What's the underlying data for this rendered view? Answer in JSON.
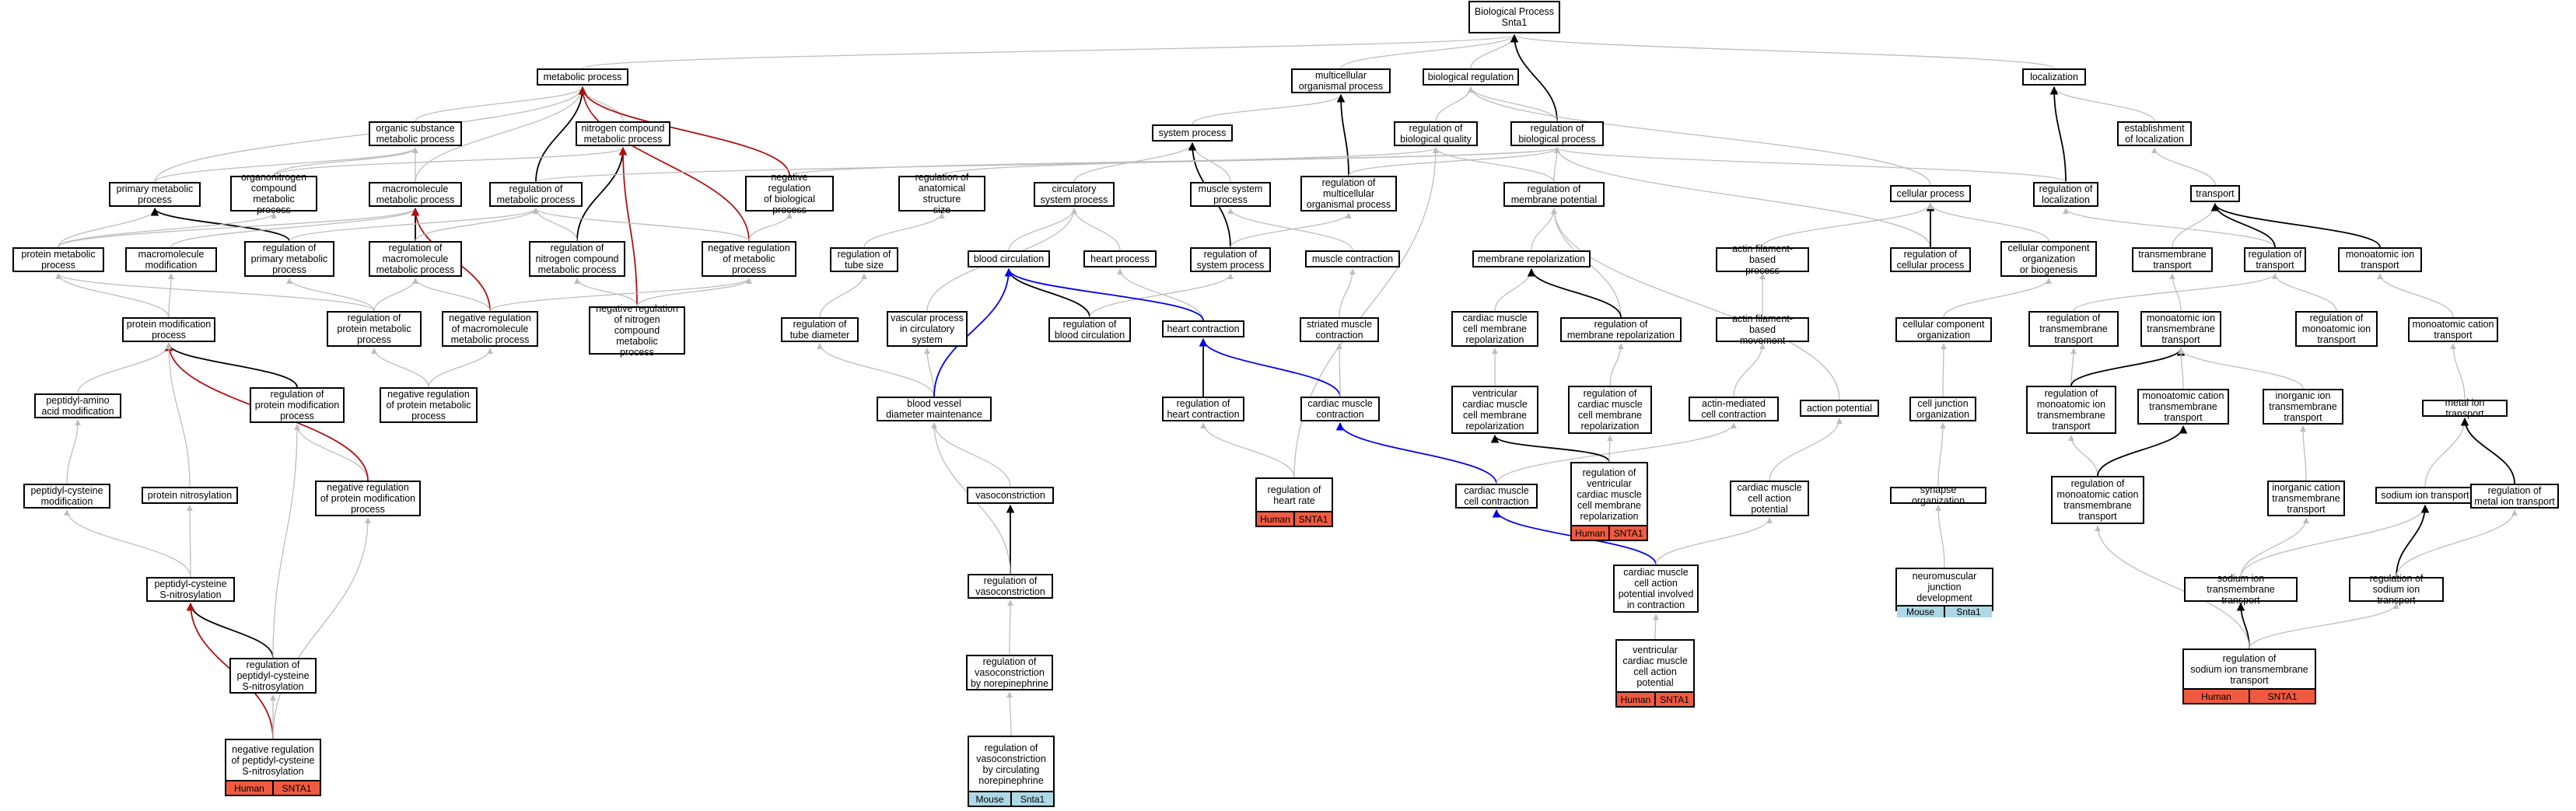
{
  "colors": {
    "human_tag": "#f05a40",
    "mouse_tag": "#add8e6",
    "edge_default": "#bdbdbd",
    "edge_black": "#000000",
    "edge_red": "#b01010",
    "edge_blue": "#0000ee"
  },
  "nodes": [
    {
      "id": "root",
      "label": "Biological Process\nSnta1"
    },
    {
      "id": "metabolic",
      "label": "metabolic process"
    },
    {
      "id": "multicell",
      "label": "multicellular\norganismal process"
    },
    {
      "id": "bioreg",
      "label": "biological regulation"
    },
    {
      "id": "localization",
      "label": "localization"
    },
    {
      "id": "orgsub",
      "label": "organic substance\nmetabolic process"
    },
    {
      "id": "nitrogen",
      "label": "nitrogen compound\nmetabolic process"
    },
    {
      "id": "sysproc",
      "label": "system process"
    },
    {
      "id": "regbioqual",
      "label": "regulation of\nbiological quality"
    },
    {
      "id": "regbioproc",
      "label": "regulation of\nbiological process"
    },
    {
      "id": "estloc",
      "label": "establishment\nof localization"
    },
    {
      "id": "primary",
      "label": "primary metabolic\nprocess"
    },
    {
      "id": "organonitrogen",
      "label": "organonitrogen\ncompound metabolic\nprocess"
    },
    {
      "id": "macromol",
      "label": "macromolecule\nmetabolic process"
    },
    {
      "id": "regmetab",
      "label": "regulation of\nmetabolic process"
    },
    {
      "id": "negregbio",
      "label": "negative regulation\nof biological\nprocess"
    },
    {
      "id": "reganat",
      "label": "regulation of\nanatomical structure\nsize"
    },
    {
      "id": "circsys",
      "label": "circulatory\nsystem process"
    },
    {
      "id": "musclesys",
      "label": "muscle system\nprocess"
    },
    {
      "id": "regmulticell",
      "label": "regulation of\nmulticellular\norganismal process"
    },
    {
      "id": "regmembpot",
      "label": "regulation of\nmembrane potential"
    },
    {
      "id": "cellproc",
      "label": "cellular process"
    },
    {
      "id": "regloc",
      "label": "regulation of\nlocalization"
    },
    {
      "id": "transport",
      "label": "transport"
    },
    {
      "id": "protmetab",
      "label": "protein metabolic\nprocess"
    },
    {
      "id": "macromod",
      "label": "macromolecule\nmodification"
    },
    {
      "id": "regprimary",
      "label": "regulation of\nprimary metabolic\nprocess"
    },
    {
      "id": "regmacro",
      "label": "regulation of\nmacromolecule\nmetabolic process"
    },
    {
      "id": "regnitro",
      "label": "regulation of\nnitrogen compound\nmetabolic process"
    },
    {
      "id": "negregmetab",
      "label": "negative regulation\nof metabolic\nprocess"
    },
    {
      "id": "regtube",
      "label": "regulation of\ntube size"
    },
    {
      "id": "bloodcirc",
      "label": "blood circulation"
    },
    {
      "id": "heartproc",
      "label": "heart process"
    },
    {
      "id": "regsysproc",
      "label": "regulation of\nsystem process"
    },
    {
      "id": "musclecontr",
      "label": "muscle contraction"
    },
    {
      "id": "membrepol",
      "label": "membrane repolarization"
    },
    {
      "id": "actinfil",
      "label": "actin filament-based\nprocess"
    },
    {
      "id": "regcellproc",
      "label": "regulation of\ncellular process"
    },
    {
      "id": "cellcompbio",
      "label": "cellular component\norganization\nor biogenesis"
    },
    {
      "id": "transmemb",
      "label": "transmembrane\ntransport"
    },
    {
      "id": "regtransport",
      "label": "regulation of\ntransport"
    },
    {
      "id": "monoion",
      "label": "monoatomic ion\ntransport"
    },
    {
      "id": "protmod",
      "label": "protein modification\nprocess"
    },
    {
      "id": "regprotmetab",
      "label": "regulation of\nprotein metabolic\nprocess"
    },
    {
      "id": "negregmacro",
      "label": "negative regulation\nof macromolecule\nmetabolic process"
    },
    {
      "id": "negregnitro",
      "label": "negative regulation\nof nitrogen\ncompound metabolic\nprocess"
    },
    {
      "id": "regtubediam",
      "label": "regulation of\ntube diameter"
    },
    {
      "id": "vascproc",
      "label": "vascular process\nin circulatory\nsystem"
    },
    {
      "id": "regbloodcirc",
      "label": "regulation of\nblood circulation"
    },
    {
      "id": "heartcontr",
      "label": "heart contraction"
    },
    {
      "id": "striated",
      "label": "striated muscle\ncontraction"
    },
    {
      "id": "cmcmrepol",
      "label": "cardiac muscle\ncell membrane\nrepolarization"
    },
    {
      "id": "regmembrepol",
      "label": "regulation of\nmembrane repolarization"
    },
    {
      "id": "actinmove",
      "label": "actin filament-based\nmovement"
    },
    {
      "id": "cellcomporg",
      "label": "cellular component\norganization"
    },
    {
      "id": "regtransmemb",
      "label": "regulation of\ntransmembrane\ntransport"
    },
    {
      "id": "monoiontm",
      "label": "monoatomic ion\ntransmembrane\ntransport"
    },
    {
      "id": "regmonoion",
      "label": "regulation of\nmonoatomic ion\ntransport"
    },
    {
      "id": "monocation",
      "label": "monoatomic cation\ntransport"
    },
    {
      "id": "peptamino",
      "label": "peptidyl-amino\nacid modification"
    },
    {
      "id": "regprotmod",
      "label": "regulation of\nprotein modification\nprocess"
    },
    {
      "id": "negregprotmetab",
      "label": "negative regulation\nof protein metabolic\nprocess"
    },
    {
      "id": "bvdm",
      "label": "blood vessel\ndiameter maintenance"
    },
    {
      "id": "regheartcontr",
      "label": "regulation of\nheart contraction"
    },
    {
      "id": "cardcontr",
      "label": "cardiac muscle\ncontraction"
    },
    {
      "id": "ventcmcmrepol",
      "label": "ventricular\ncardiac muscle\ncell membrane\nrepolarization"
    },
    {
      "id": "regcmcmrepol",
      "label": "regulation of\ncardiac muscle\ncell membrane\nrepolarization"
    },
    {
      "id": "actinmed",
      "label": "actin-mediated\ncell contraction"
    },
    {
      "id": "actionpot",
      "label": "action potential"
    },
    {
      "id": "celljunc",
      "label": "cell junction\norganization"
    },
    {
      "id": "regmonoiontm",
      "label": "regulation of\nmonoatomic ion\ntransmembrane\ntransport"
    },
    {
      "id": "monocationtm",
      "label": "monoatomic cation\ntransmembrane\ntransport"
    },
    {
      "id": "inorgion",
      "label": "inorganic ion\ntransmembrane\ntransport"
    },
    {
      "id": "metalion",
      "label": "metal ion transport"
    },
    {
      "id": "peptcys",
      "label": "peptidyl-cysteine\nmodification"
    },
    {
      "id": "protnitros",
      "label": "protein nitrosylation"
    },
    {
      "id": "negregprotmod",
      "label": "negative regulation\nof protein modification\nprocess"
    },
    {
      "id": "vasocon",
      "label": "vasoconstriction"
    },
    {
      "id": "regheartrate",
      "label": "regulation of\nheart rate",
      "tags": [
        "Human",
        "SNTA1"
      ],
      "tagtype": "human"
    },
    {
      "id": "cmcc",
      "label": "cardiac muscle\ncell contraction"
    },
    {
      "id": "regventcmcm",
      "label": "regulation of\nventricular\ncardiac muscle\ncell membrane\nrepolarization",
      "tags": [
        "Human",
        "SNTA1"
      ],
      "tagtype": "human"
    },
    {
      "id": "cmcap",
      "label": "cardiac muscle\ncell action\npotential"
    },
    {
      "id": "synapse",
      "label": "synapse organization"
    },
    {
      "id": "regmonocationtm",
      "label": "regulation of\nmonoatomic cation\ntransmembrane\ntransport"
    },
    {
      "id": "inorgcation",
      "label": "inorganic cation\ntransmembrane\ntransport"
    },
    {
      "id": "sodiumion",
      "label": "sodium ion transport"
    },
    {
      "id": "regmetalion",
      "label": "regulation of\nmetal ion transport"
    },
    {
      "id": "peptcysnitros",
      "label": "peptidyl-cysteine\nS-nitrosylation"
    },
    {
      "id": "regvasocon",
      "label": "regulation of\nvasoconstriction"
    },
    {
      "id": "cmcapcontr",
      "label": "cardiac muscle\ncell action\npotential involved\nin contraction"
    },
    {
      "id": "nmjdev",
      "label": "neuromuscular\njunction development",
      "tags": [
        "Mouse",
        "Snta1"
      ],
      "tagtype": "mouse"
    },
    {
      "id": "sodiontm",
      "label": "sodium ion transmembrane\ntransport"
    },
    {
      "id": "regsodion",
      "label": "regulation of\nsodium ion transport"
    },
    {
      "id": "regpeptcys",
      "label": "regulation of\npeptidyl-cysteine\nS-nitrosylation"
    },
    {
      "id": "regvasonor",
      "label": "regulation of\nvasoconstriction\nby norepinephrine"
    },
    {
      "id": "ventcmcap",
      "label": "ventricular\ncardiac muscle\ncell action\npotential",
      "tags": [
        "Human",
        "SNTA1"
      ],
      "tagtype": "human"
    },
    {
      "id": "regsodiontm",
      "label": "regulation of\nsodium ion transmembrane\ntransport",
      "tags": [
        "Human",
        "SNTA1"
      ],
      "tagtype": "human"
    },
    {
      "id": "negregpeptcys",
      "label": "negative regulation\nof peptidyl-cysteine\nS-nitrosylation",
      "tags": [
        "Human",
        "SNTA1"
      ],
      "tagtype": "human"
    },
    {
      "id": "regvasocirc",
      "label": "regulation of\nvasoconstriction\nby circulating\nnorepinephrine",
      "tags": [
        "Mouse",
        "Snta1"
      ],
      "tagtype": "mouse"
    }
  ]
}
